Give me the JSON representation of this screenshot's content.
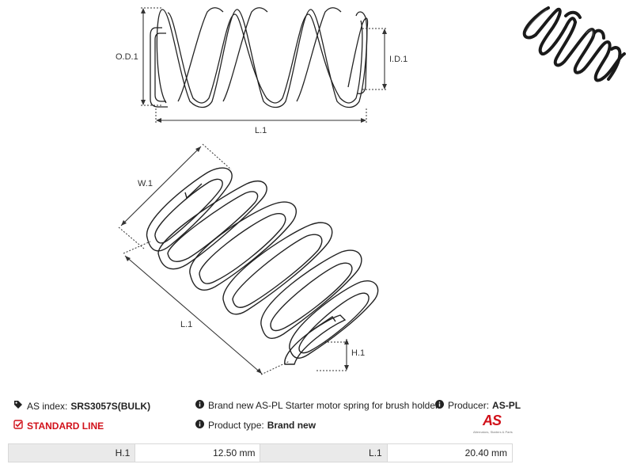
{
  "diagram": {
    "labels": {
      "od": "O.D.1",
      "id": "I.D.1",
      "length_top": "L.1",
      "width": "W.1",
      "length_bottom": "L.1",
      "height": "H.1"
    }
  },
  "info": {
    "as_index_label": "AS index:",
    "as_index_value": "SRS3057S(BULK)",
    "description": "Brand new AS-PL Starter motor spring for brush holder",
    "producer_label": "Producer:",
    "producer_value": "AS-PL",
    "line": "STANDARD LINE",
    "product_type_label": "Product type:",
    "product_type_value": "Brand new"
  },
  "logo": {
    "mark": "AS",
    "tagline": "Alternators, Starters & Parts"
  },
  "specs": [
    {
      "label": "H.1",
      "value": "12.50 mm"
    },
    {
      "label": "L.1",
      "value": "20.40 mm"
    }
  ],
  "colors": {
    "brand_red": "#d1111a",
    "table_label_bg": "#eaeaea",
    "line_dark": "#222222"
  },
  "icons": {
    "tag": "tag-icon",
    "info": "info-icon",
    "check": "check-square-icon"
  }
}
